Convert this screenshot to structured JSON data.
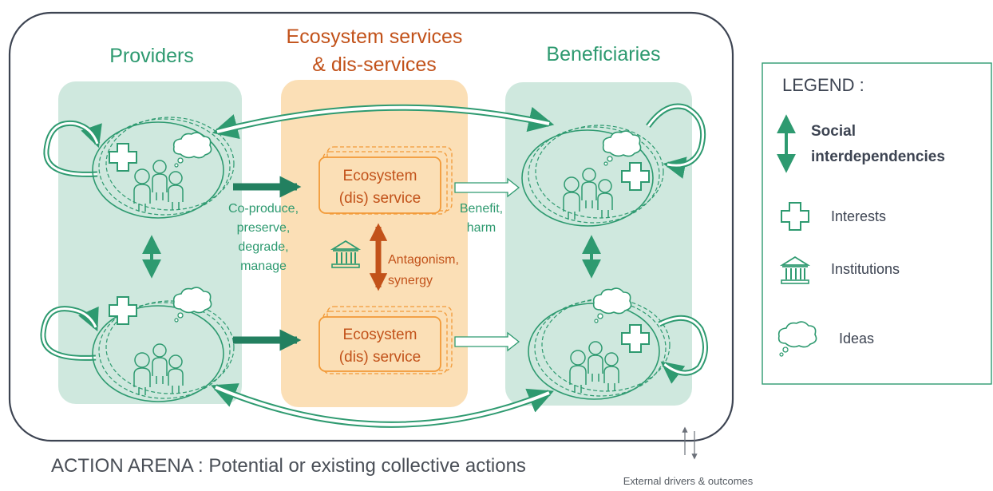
{
  "columns": {
    "providers": "Providers",
    "services_line1": "Ecosystem services",
    "services_line2": "& dis-services",
    "beneficiaries": "Beneficiaries"
  },
  "services": [
    {
      "line1": "Ecosystem",
      "line2": "(dis) service"
    },
    {
      "line1": "Ecosystem",
      "line2": "(dis) service"
    }
  ],
  "links": {
    "provider_to_service": [
      "Co-produce,",
      "preserve,",
      "degrade,",
      "manage"
    ],
    "service_to_beneficiary": [
      "Benefit,",
      "harm"
    ],
    "between_services": [
      "Antagonism,",
      "synergy"
    ]
  },
  "arena_label": "ACTION ARENA : Potential or existing collective actions",
  "external_label": "External drivers & outcomes",
  "legend": {
    "title": "LEGEND :",
    "social_line1": "Social",
    "social_line2": "interdependencies",
    "interests": "Interests",
    "institutions": "Institutions",
    "ideas": "Ideas"
  },
  "colors": {
    "green": "#2e9a70",
    "green_panel": "#cfe8de",
    "orange_panel": "#fbdfb6",
    "orange_text": "#c2521a",
    "service_box": "#f29a38",
    "arena_border": "#3d4452"
  },
  "icons": [
    "plus-interest-icon",
    "thought-bubble-icon",
    "person-group-icon",
    "institution-building-icon",
    "bidirectional-arrow-icon"
  ]
}
